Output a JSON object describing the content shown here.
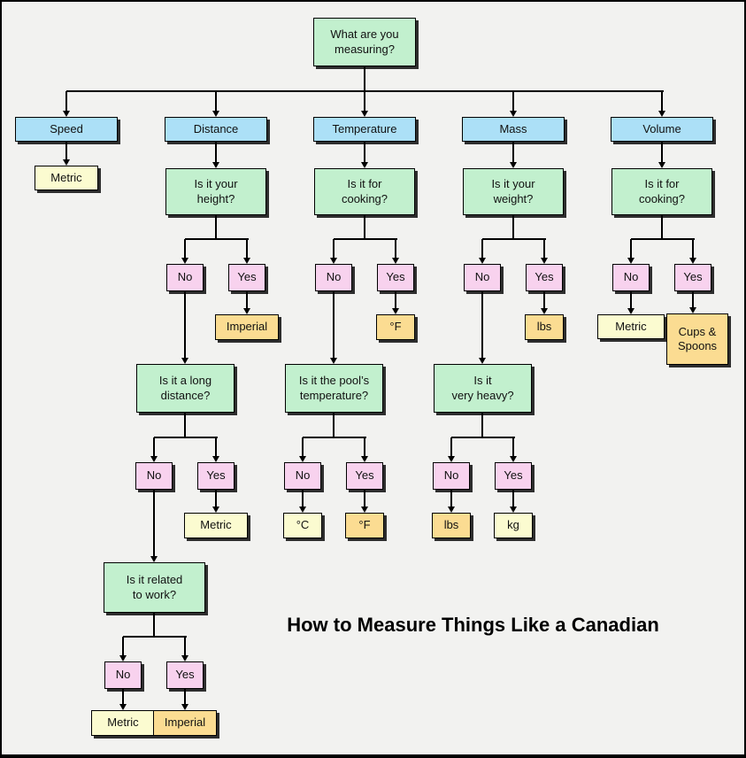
{
  "title": "How to Measure Things Like a Canadian",
  "colors": {
    "category_fill": "#ACE0F7",
    "question_fill": "#C2F0CE",
    "decision_fill": "#F8D2EE",
    "metric_fill": "#FBFBD0",
    "imperial_fill": "#FBDC92",
    "background": "#F2F2F0"
  },
  "root_question": "What are you\nmeasuring?",
  "branches": {
    "speed": {
      "label": "Speed",
      "result": "Metric"
    },
    "distance": {
      "label": "Distance",
      "question1": "Is it your\nheight?",
      "q1_no": "No",
      "q1_yes": "Yes",
      "q1_yes_result": "Imperial",
      "question2": "Is it a long\ndistance?",
      "q2_no": "No",
      "q2_yes": "Yes",
      "q2_yes_result": "Metric",
      "question3": "Is it related\nto work?",
      "q3_no": "No",
      "q3_yes": "Yes",
      "q3_no_result": "Metric",
      "q3_yes_result": "Imperial"
    },
    "temperature": {
      "label": "Temperature",
      "question1": "Is it for\ncooking?",
      "q1_no": "No",
      "q1_yes": "Yes",
      "q1_yes_result": "°F",
      "question2": "Is it the pool’s\ntemperature?",
      "q2_no": "No",
      "q2_yes": "Yes",
      "q2_no_result": "°C",
      "q2_yes_result": "°F"
    },
    "mass": {
      "label": "Mass",
      "question1": "Is it your\nweight?",
      "q1_no": "No",
      "q1_yes": "Yes",
      "q1_yes_result": "lbs",
      "question2": "Is it\nvery heavy?",
      "q2_no": "No",
      "q2_yes": "Yes",
      "q2_no_result": "lbs",
      "q2_yes_result": "kg"
    },
    "volume": {
      "label": "Volume",
      "question1": "Is it for\ncooking?",
      "q1_no": "No",
      "q1_yes": "Yes",
      "q1_no_result": "Metric",
      "q1_yes_result": "Cups &\nSpoons"
    }
  }
}
